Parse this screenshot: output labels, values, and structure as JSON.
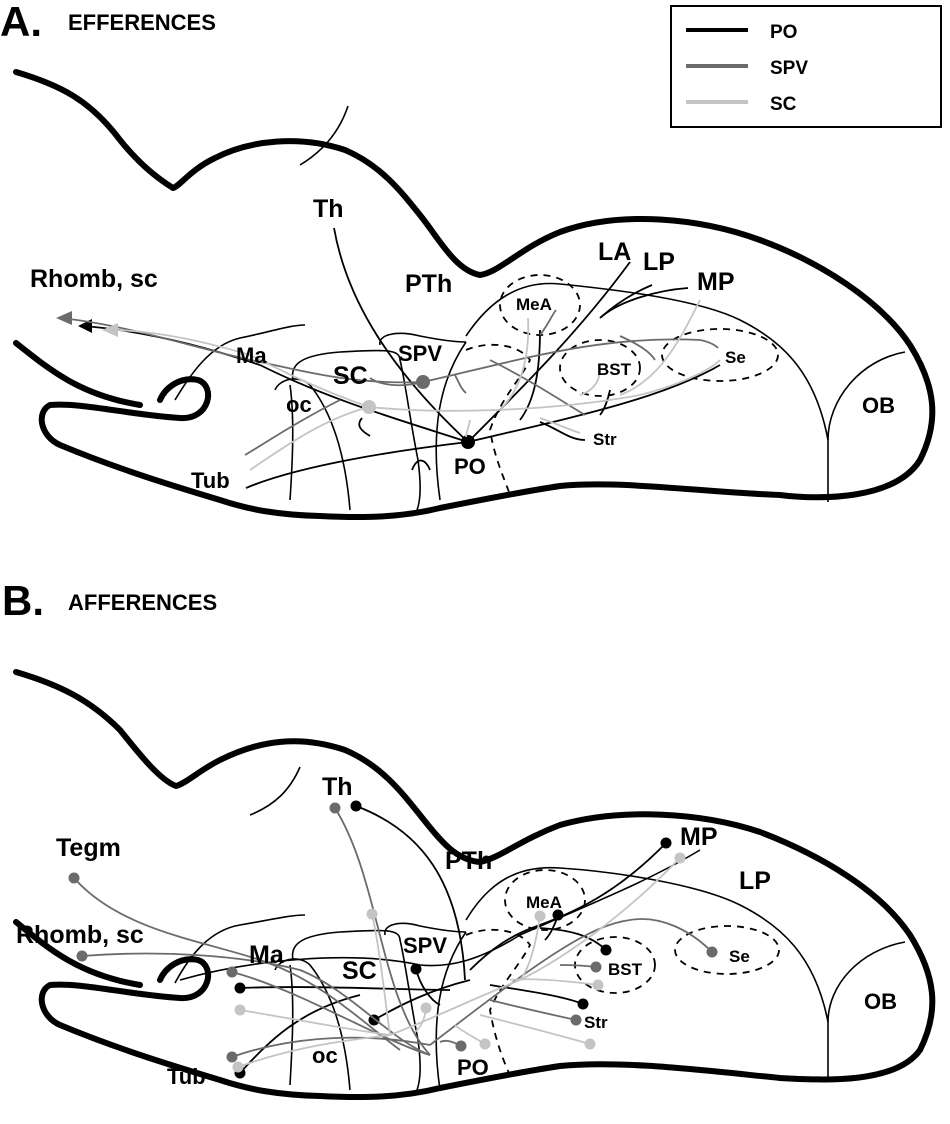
{
  "colors": {
    "PO": "#000000",
    "SPV": "#6b6b6b",
    "SC": "#c4c4c4"
  },
  "legend": {
    "items": [
      {
        "label": "PO",
        "color": "#000000"
      },
      {
        "label": "SPV",
        "color": "#6b6b6b"
      },
      {
        "label": "SC",
        "color": "#c4c4c4"
      }
    ]
  },
  "panelA": {
    "letter": "A.",
    "title": "EFFERENCES",
    "labels": {
      "rhomb": "Rhomb, sc",
      "th": "Th",
      "pth": "PTh",
      "la": "LA",
      "lp": "LP",
      "mp": "MP",
      "mea": "MeA",
      "ma": "Ma",
      "spv": "SPV",
      "sc": "SC",
      "bst": "BST",
      "se": "Se",
      "oc": "oc",
      "ob": "OB",
      "str": "Str",
      "tub": "Tub",
      "po": "PO"
    }
  },
  "panelB": {
    "letter": "B.",
    "title": "AFFERENCES",
    "labels": {
      "tegm": "Tegm",
      "rhomb": "Rhomb, sc",
      "th": "Th",
      "pth": "PTh",
      "mp": "MP",
      "lp": "LP",
      "mea": "MeA",
      "ma": "Ma",
      "spv": "SPV",
      "sc": "SC",
      "bst": "BST",
      "se": "Se",
      "oc": "oc",
      "ob": "OB",
      "str": "Str",
      "tub": "Tub",
      "po": "PO"
    }
  }
}
